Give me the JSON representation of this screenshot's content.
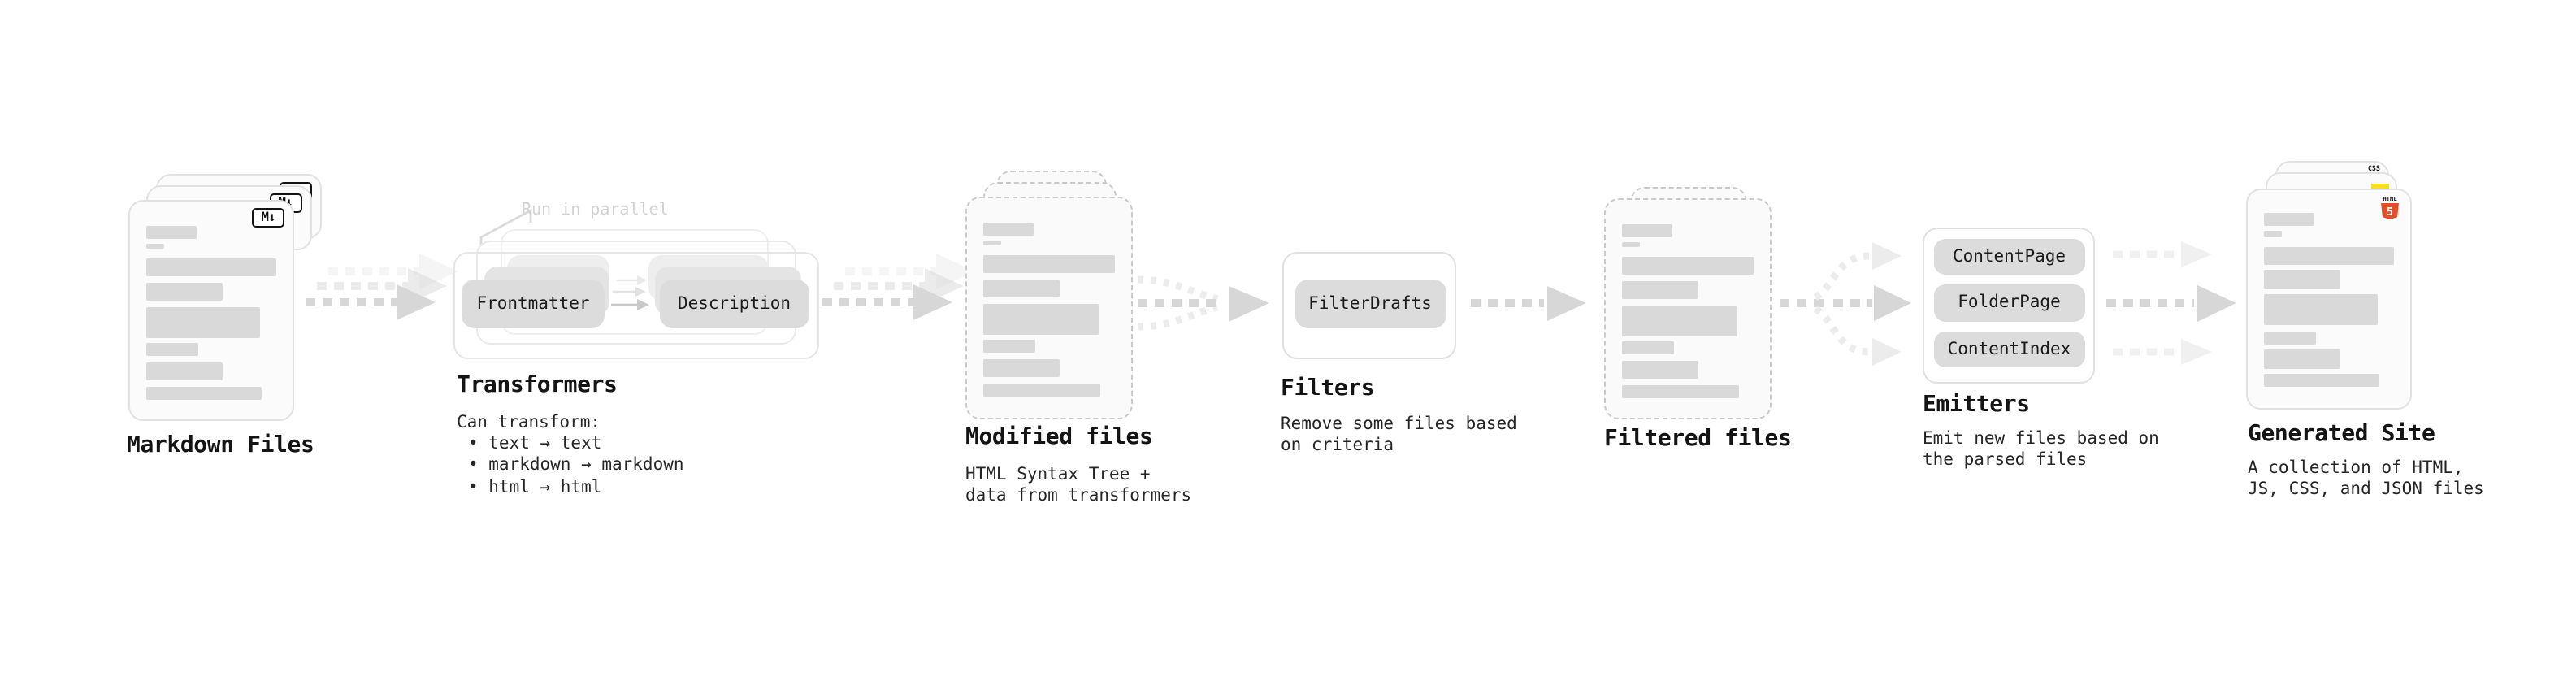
{
  "diagram": {
    "markdown_files": {
      "label": "Markdown Files",
      "badge": "M↓"
    },
    "transformers": {
      "label": "Transformers",
      "callout": "Run in parallel",
      "input_box": "Frontmatter",
      "output_box": "Description",
      "note_title": "Can transform:",
      "bullets": [
        "• text → text",
        "• markdown → markdown",
        "• html → html"
      ]
    },
    "modified_files": {
      "label": "Modified files",
      "sublines": [
        "HTML Syntax Tree +",
        "data from transformers"
      ]
    },
    "filters": {
      "label": "Filters",
      "box": "FilterDrafts",
      "sublines": [
        "Remove some files based",
        "on criteria"
      ]
    },
    "filtered_files": {
      "label": "Filtered files"
    },
    "emitters": {
      "label": "Emitters",
      "boxes": [
        "ContentPage",
        "FolderPage",
        "ContentIndex"
      ],
      "sublines": [
        "Emit new files based on",
        "the parsed files"
      ]
    },
    "generated_site": {
      "label": "Generated Site",
      "sublines": [
        "A collection of HTML,",
        "JS, CSS, and JSON files"
      ],
      "badges": {
        "css": "CSS",
        "html_word": "HTML",
        "html_number": "5"
      }
    }
  },
  "colors": {
    "doc_bar": "#d9d9d9",
    "box_fill": "#dcdcdc",
    "arrow_gray": "#d7d7d7",
    "arrow_light": "#ececec",
    "html5_orange": "#e34f26",
    "js_yellow": "#f7df1e",
    "css_blue": "#2563eb",
    "muted_callout": "#d2d2d2"
  },
  "doc_lines": [
    {
      "w": 39,
      "h": 8,
      "mb": 3
    },
    {
      "w": 14,
      "h": 3.5,
      "mb": 6
    },
    {
      "w": 100,
      "h": 11,
      "mb": 3.5
    },
    {
      "w": 59,
      "h": 11.5,
      "mb": 3.5
    },
    {
      "w": 88,
      "h": 19,
      "mb": 3.5
    },
    {
      "w": 40,
      "h": 8,
      "mb": 3.5
    },
    {
      "w": 59,
      "h": 11.5,
      "mb": 3.5
    },
    {
      "w": 89,
      "h": 8,
      "mb": 0
    }
  ]
}
